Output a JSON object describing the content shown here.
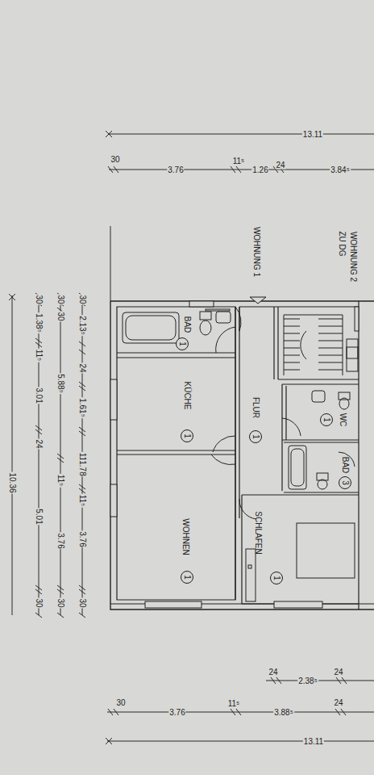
{
  "diagram": {
    "nodes": [
      {
        "text": [
          "BAD",
          "1"
        ]
      },
      {
        "text": [
          "KÜCHE",
          "1"
        ]
      },
      {
        "text": [
          "FLUR",
          "1"
        ]
      },
      {
        "text": [
          "WC",
          "1"
        ]
      },
      {
        "text": [
          "BAD",
          "3"
        ]
      },
      {
        "text": [
          "SCHLAFEN",
          "1"
        ]
      },
      {
        "text": [
          "WOHNEN",
          "1"
        ]
      }
    ],
    "edges": [],
    "labels": [
      "13.11",
      "30",
      "3.76",
      "11⁵",
      "1.26",
      "24",
      "3.84⁵",
      "WOHNUNG 1",
      "ZU DG",
      "WOHNUNG 2",
      "30",
      "2.13⁵",
      "24",
      "1.61⁵",
      "11⁵",
      "1.78",
      "11⁵",
      "3.76",
      "30",
      "30",
      "30",
      "5.88⁵",
      "11⁵",
      "3.76",
      "30",
      "30",
      "1.38⁵",
      "11⁵",
      "3.01",
      "24",
      "5.01",
      "30",
      "10.36",
      "24",
      "2.38⁵",
      "24",
      "30",
      "3.76",
      "11⁵",
      "3.88⁵",
      "24",
      "13.11"
    ]
  }
}
